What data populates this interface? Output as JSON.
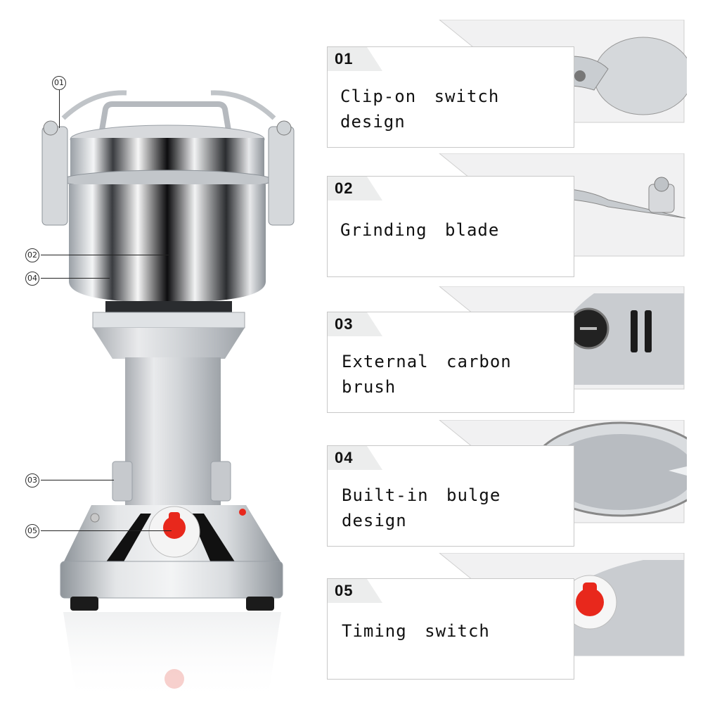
{
  "product": {
    "callouts": [
      {
        "id": "01"
      },
      {
        "id": "02"
      },
      {
        "id": "04"
      },
      {
        "id": "03"
      },
      {
        "id": "05"
      }
    ]
  },
  "features": [
    {
      "number": "01",
      "label": "Clip-on switch design"
    },
    {
      "number": "02",
      "label": "Grinding blade"
    },
    {
      "number": "03",
      "label": "External carbon brush"
    },
    {
      "number": "04",
      "label": "Built-in bulge design"
    },
    {
      "number": "05",
      "label": "Timing switch"
    }
  ],
  "colors": {
    "steel": "#c9ccd0",
    "steel_dark": "#1a1a1a",
    "timer_knob": "#e8281c",
    "card_border": "#c8c8c8"
  }
}
